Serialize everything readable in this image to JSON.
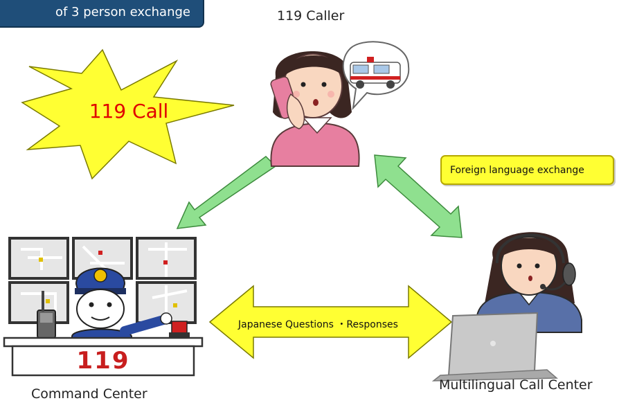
{
  "header": {
    "title": "of 3 person exchange"
  },
  "caller": {
    "label": "119 Caller"
  },
  "burst": {
    "text": "119 Call"
  },
  "note": {
    "text": "Foreign language exchange"
  },
  "exchange_arrow": {
    "text": "Japanese Questions ・Responses"
  },
  "command": {
    "label": "Command Center",
    "sign": "119"
  },
  "multilingual": {
    "label": "Multilingual Call Center"
  },
  "colors": {
    "header_bg": "#1f4e79",
    "burst_fill": "#ffff33",
    "burst_text": "#e00000",
    "green_arrow": "#8fe08f",
    "yellow_arrow": "#ffff33",
    "sign_red": "#c81e1e"
  }
}
